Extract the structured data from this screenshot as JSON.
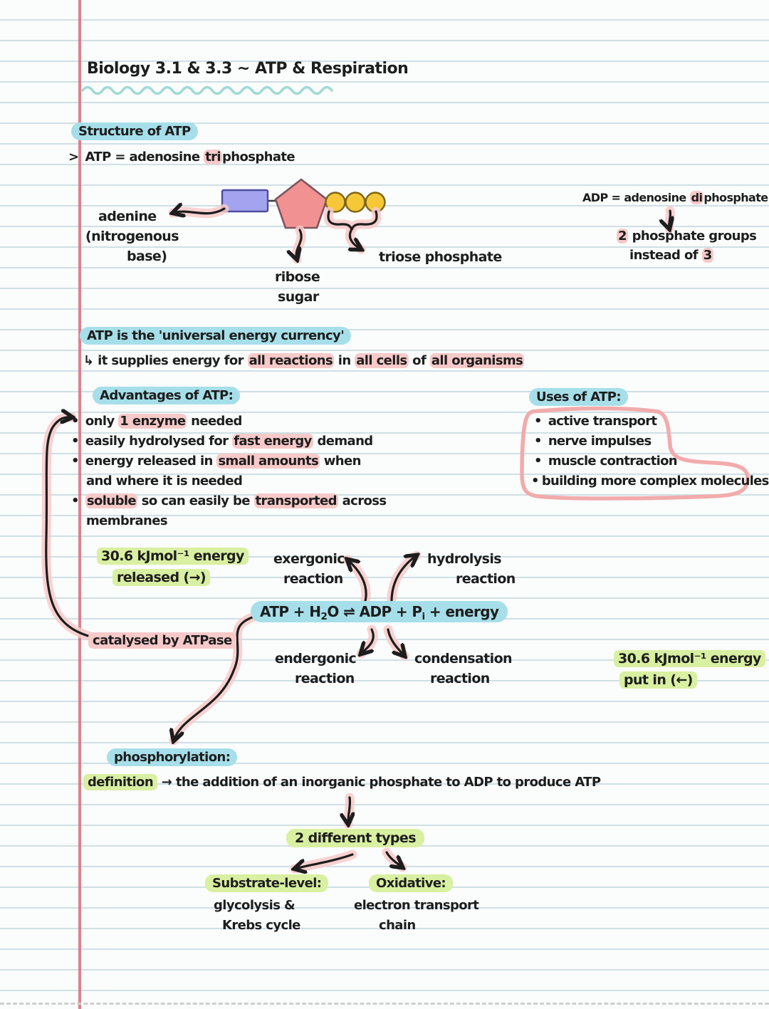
{
  "colors": {
    "ink": "#1d1d1d",
    "cyan_highlight": "#a6dfe9",
    "pink_highlight": "#f7c9c9",
    "pink_outline": "#f2abab",
    "green_highlight": "#d9efa1",
    "teal_underline": "#8fd4cb",
    "margin_red": "#d56d79",
    "rule_line": "#cfe0e5",
    "paper": "#fbfcfc",
    "adenine_fill": "#a3a3ef",
    "adenine_stroke": "#4d4da0",
    "ribose_fill": "#f29191",
    "ribose_stroke": "#7c5560",
    "phosphate_fill": "#f6c737",
    "phosphate_stroke": "#7c6413"
  },
  "title": "Biology 3.1 & 3.3 ~ ATP & Respiration",
  "structure": {
    "heading": "Structure of ATP",
    "def_bullet": ">",
    "def_pre": "ATP = adenosine ",
    "def_hl": "tri",
    "def_post": "phosphate",
    "adenine_label_1": "adenine",
    "adenine_label_2": "(nitrogenous",
    "adenine_label_3": "base)",
    "ribose_label_1": "ribose",
    "ribose_label_2": "sugar",
    "triose_label": "triose phosphate"
  },
  "adp": {
    "def_pre": "ADP = adenosine ",
    "def_hl": "di",
    "def_post": "phosphate",
    "groups_hl": "2",
    "groups_rest": " phosphate groups",
    "instead_pre": "instead of ",
    "instead_hl": "3"
  },
  "currency": {
    "heading": "ATP is the 'universal energy currency'",
    "seg": [
      {
        "t": "↳ it supplies energy for "
      },
      {
        "t": "all reactions"
      },
      {
        "t": " in "
      },
      {
        "t": "all cells"
      },
      {
        "t": " of "
      },
      {
        "t": "all organisms"
      }
    ]
  },
  "advantages": {
    "heading": "Advantages of ATP:",
    "bullet_char": "•",
    "row1": [
      {
        "t": "only "
      },
      {
        "t": "1 enzyme"
      },
      {
        "t": " needed"
      }
    ],
    "row2": [
      {
        "t": "easily hydrolysed for "
      },
      {
        "t": "fast energy"
      },
      {
        "t": " demand"
      }
    ],
    "row3": [
      {
        "t": "energy released in "
      },
      {
        "t": "small amounts"
      },
      {
        "t": " when"
      }
    ],
    "row3b": "and where it is needed",
    "row4": [
      {
        "t": "soluble"
      },
      {
        "t": " so can easily be "
      },
      {
        "t": "transported"
      },
      {
        "t": " across"
      }
    ],
    "row4b": "membranes"
  },
  "uses": {
    "heading": "Uses of ATP:",
    "bullet_char": "•",
    "items": [
      "active transport",
      "nerve impulses",
      "muscle contraction",
      "building more complex molecules"
    ]
  },
  "energy_released": {
    "line1": "30.6 kJmol⁻¹ energy",
    "line2": "released (→)"
  },
  "energy_put_in": {
    "line1": "30.6 kJmol⁻¹ energy",
    "line2": "put in  (←)"
  },
  "reactions": {
    "exergonic_1": "exergonic",
    "exergonic_2": "reaction",
    "hydrolysis_1": "hydrolysis",
    "hydrolysis_2": "reaction",
    "endergonic_1": "endergonic",
    "endergonic_2": "reaction",
    "condensation_1": "condensation",
    "condensation_2": "reaction"
  },
  "equation": {
    "p1": "ATP  +  H",
    "sub1": "2",
    "p2": "O ",
    "harpoon": "⇌",
    "p3": " ADP  +  P",
    "sub2": "i",
    "p4": "  +  energy",
    "catalyst": "catalysed by ATPase"
  },
  "phosphorylation": {
    "heading": "phosphorylation:",
    "def_hl": "definition",
    "def_rest": " → the addition of an inorganic phosphate to ADP to produce ATP",
    "types_label": "2 different types",
    "substrate_heading": "Substrate-level:",
    "substrate_line1": "glycolysis &",
    "substrate_line2": "Krebs cycle",
    "oxidative_heading": "Oxidative:",
    "oxidative_line1": "electron transport",
    "oxidative_line2": "chain"
  }
}
